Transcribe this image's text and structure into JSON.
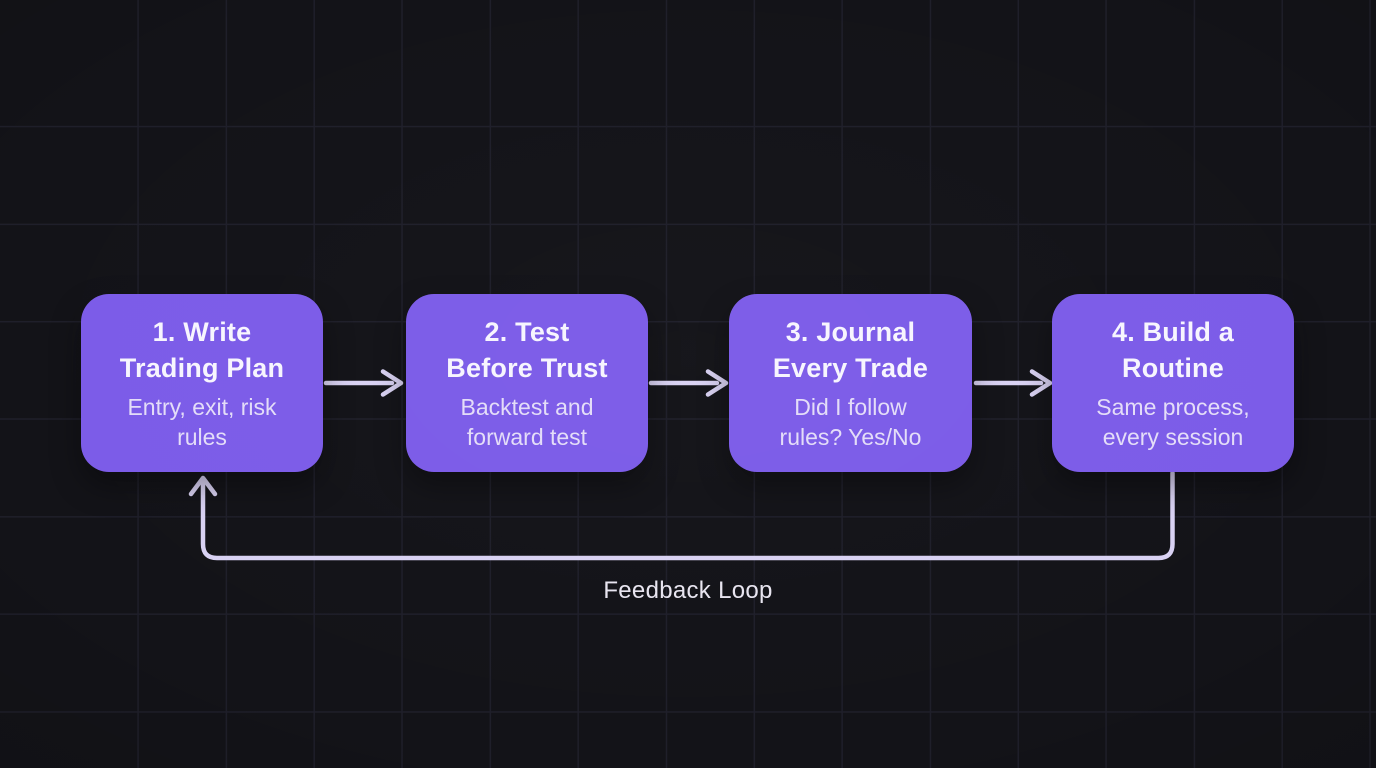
{
  "diagram": {
    "type": "flowchart",
    "feedback_label": "Feedback Loop",
    "steps": [
      {
        "id": 1,
        "title": "1. Write\nTrading Plan",
        "subtitle": "Entry, exit, risk\nrules"
      },
      {
        "id": 2,
        "title": "2. Test\nBefore Trust",
        "subtitle": "Backtest and\nforward test"
      },
      {
        "id": 3,
        "title": "3. Journal\nEvery Trade",
        "subtitle": "Did I follow\nrules? Yes/No"
      },
      {
        "id": 4,
        "title": "4. Build a\nRoutine",
        "subtitle": "Same process,\nevery session"
      }
    ],
    "connections": [
      {
        "from": 1,
        "to": 2
      },
      {
        "from": 2,
        "to": 3
      },
      {
        "from": 3,
        "to": 4
      },
      {
        "from": 4,
        "to": 1,
        "label": "Feedback Loop"
      }
    ],
    "colors": {
      "background": "#131318",
      "grid_line": "#232330",
      "node_fill": "#7c5ce8",
      "node_title": "#f7f5fe",
      "node_subtitle": "#e4ddf8",
      "arrow": "#d9d2f3",
      "label": "#e8e5f0"
    }
  }
}
